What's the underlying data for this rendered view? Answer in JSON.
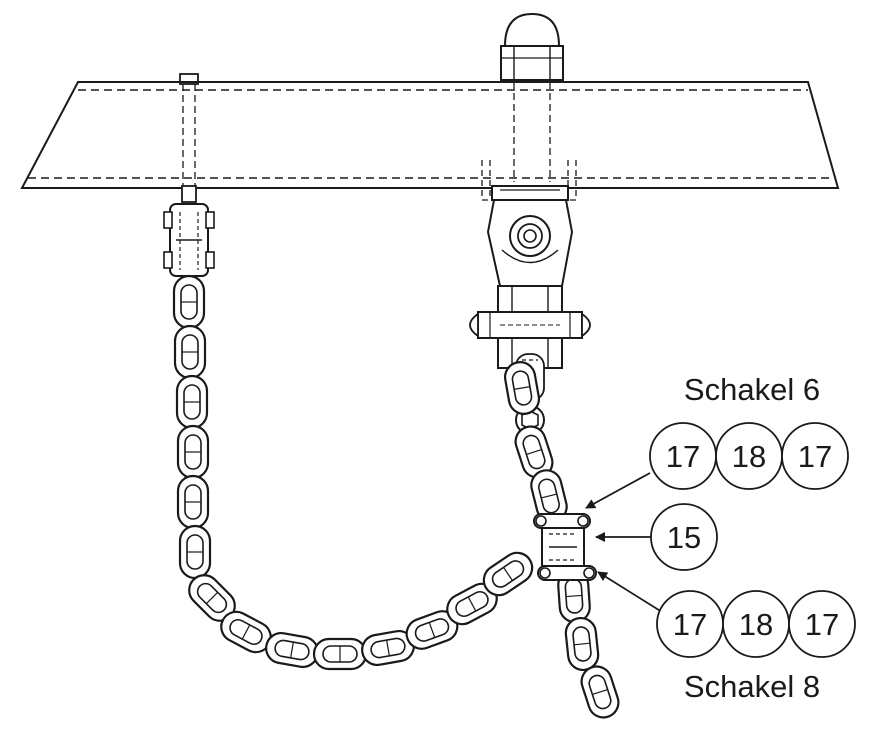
{
  "labels": {
    "top_caption": "Schakel 6",
    "bottom_caption": "Schakel 8"
  },
  "callouts": {
    "top": [
      "17",
      "18",
      "17"
    ],
    "middle": "15",
    "bottom": [
      "17",
      "18",
      "17"
    ]
  },
  "colors": {
    "line": "#1a1a1a",
    "background": "#ffffff"
  }
}
